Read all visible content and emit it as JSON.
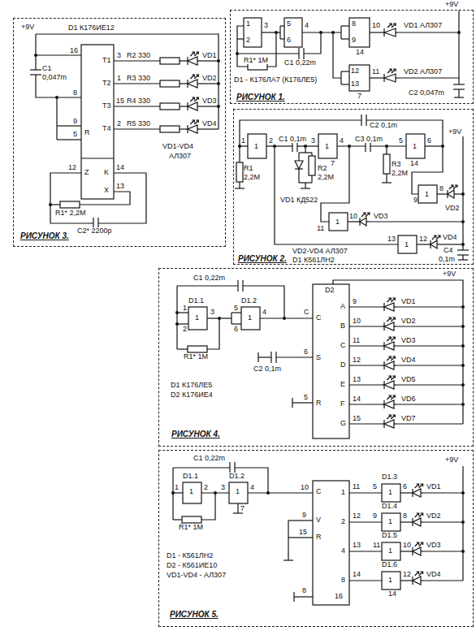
{
  "diagram": {
    "nodes": [
      {
        "text": [
          "РИСУНОК 3."
        ]
      },
      {
        "text": [
          "РИСУНОК 1."
        ]
      },
      {
        "text": [
          "РИСУНОК 2."
        ]
      },
      {
        "text": [
          "РИСУНОК 4."
        ]
      },
      {
        "text": [
          "РИСУНОК 5."
        ]
      }
    ],
    "labels": [
      "+9V",
      "D1 К176ИЕ12",
      "C1",
      "0,047m",
      "16",
      "8",
      "9",
      "5",
      "R",
      "T1",
      "T2",
      "T3",
      "T4",
      "3",
      "1",
      "15",
      "2",
      "R2 330",
      "R3 330",
      "R4 330",
      "R5 330",
      "VD1",
      "VD2",
      "VD3",
      "VD4",
      "VD1-VD4",
      "АЛ307",
      "Z",
      "K",
      "X",
      "12",
      "14",
      "13",
      "R1* 2,2M",
      "C2* 2200p",
      "1",
      "2",
      "3",
      "5",
      "6",
      "4",
      "8",
      "9",
      "10",
      "14",
      "12",
      "13",
      "11",
      "7",
      "VD1 АЛ307",
      "VD2 АЛ307",
      "R1* 1M",
      "C1 0,22m",
      "C2 0,047m",
      "+9V",
      "D1 - К176ЛА7 (К176ЛЕ5)",
      "1",
      "1",
      "2",
      "C1 0,1m",
      "R1",
      "2,2M",
      "1",
      "3",
      "4",
      "7",
      "R2",
      "2,2M",
      "VD1 КД522",
      "C3 0,1m",
      "C2 0,1m",
      "1",
      "5",
      "6",
      "14",
      "R3",
      "2,2M",
      "1",
      "9",
      "8",
      "VD2",
      "1",
      "11",
      "10",
      "VD3",
      "1",
      "13",
      "12",
      "VD4",
      "+9V",
      "C4",
      "0,1m",
      "VD2-VD4 АЛ307",
      "D1 К561ЛН2",
      "C1 0,22m",
      "D1.1",
      "1",
      "1",
      "2",
      "3",
      "D1.2",
      "5",
      "1",
      "6",
      "4",
      "R1* 1M",
      "C",
      "C",
      "6",
      "S",
      "C2 0,1m",
      "5",
      "R",
      "D2",
      "+9V",
      "A",
      "9",
      "VD1",
      "B",
      "10",
      "VD2",
      "C",
      "11",
      "VD3",
      "D",
      "12",
      "VD4",
      "E",
      "13",
      "VD5",
      "F",
      "14",
      "VD6",
      "G",
      "15",
      "VD7",
      "D1 К176ЛЕ5",
      "D2 К176ИЕ4",
      "C1 0,22m",
      "D1.1",
      "1",
      "1",
      "2",
      "D1.2",
      "3",
      "1",
      "4",
      "7",
      "R1* 1M",
      "10",
      "C",
      "9",
      "V",
      "15",
      "R",
      "8",
      "16",
      "1",
      "11",
      "D1.3",
      "5",
      "1",
      "6",
      "VD1",
      "2",
      "12",
      "D1.4",
      "9",
      "1",
      "8",
      "VD2",
      "4",
      "13",
      "D1.5",
      "11",
      "1",
      "10",
      "VD3",
      "8",
      "14",
      "D1.6",
      "1",
      "12",
      "VD4",
      "14",
      "+9V",
      "D1 - К561ЛН2",
      "D2 - К561ИЕ10",
      "VD1-VD4 - АЛ307"
    ]
  }
}
